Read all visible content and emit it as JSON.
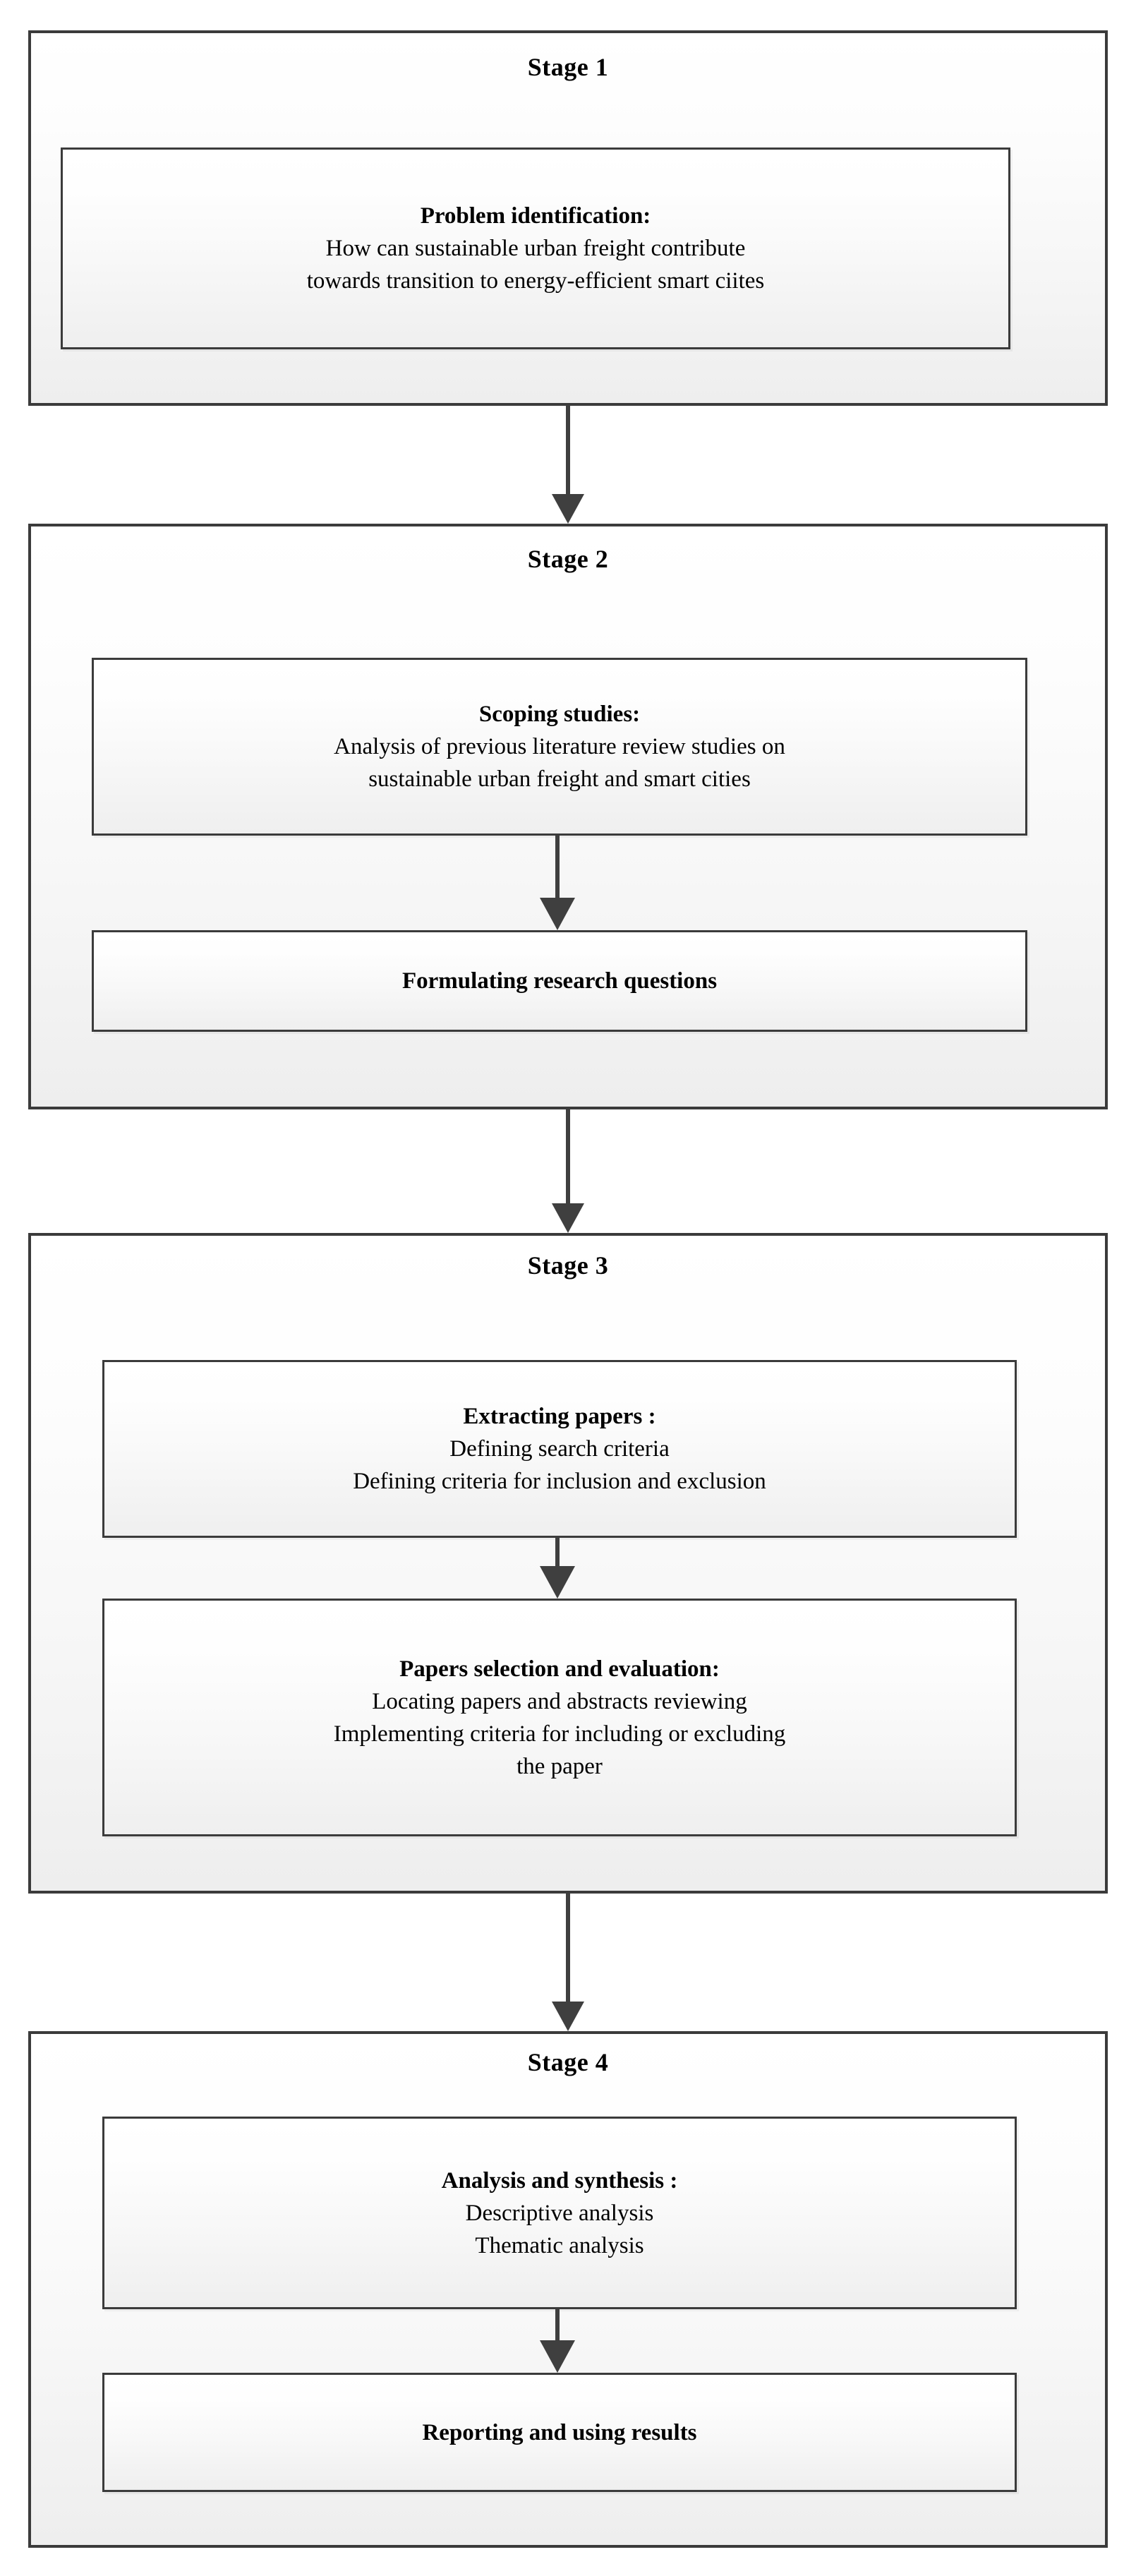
{
  "diagram": {
    "title": "Research methodology stages flowchart",
    "accent_border_color": "#3b3b3b",
    "arrow_color": "#3f3f3f",
    "stages": [
      {
        "id": "stage-1",
        "title": "Stage 1",
        "boxes": [
          {
            "id": "problem-identification",
            "lines": [
              {
                "text": "Problem identification:",
                "bold": true
              },
              {
                "text": "How can sustainable urban freight contribute",
                "bold": false
              },
              {
                "text": "towards transition to energy-efficient smart ciites",
                "bold": false
              }
            ]
          }
        ]
      },
      {
        "id": "stage-2",
        "title": "Stage 2",
        "boxes": [
          {
            "id": "scoping-studies",
            "lines": [
              {
                "text": "Scoping studies:",
                "bold": true
              },
              {
                "text": "Analysis of previous literature review studies on",
                "bold": false
              },
              {
                "text": "sustainable urban freight and smart cities",
                "bold": false
              }
            ]
          },
          {
            "id": "formulating-research-questions",
            "lines": [
              {
                "text": "Formulating research questions",
                "bold": true
              }
            ]
          }
        ]
      },
      {
        "id": "stage-3",
        "title": "Stage 3",
        "boxes": [
          {
            "id": "extracting-papers",
            "lines": [
              {
                "text": "Extracting papers :",
                "bold": true
              },
              {
                "text": "Defining search criteria",
                "bold": false
              },
              {
                "text": "Defining criteria for inclusion and exclusion",
                "bold": false
              }
            ]
          },
          {
            "id": "papers-selection-and-evaluation",
            "lines": [
              {
                "text": "Papers selection and evaluation:",
                "bold": true
              },
              {
                "text": "Locating papers and abstracts reviewing",
                "bold": false
              },
              {
                "text": "Implementing criteria for including or excluding",
                "bold": false
              },
              {
                "text": "the paper",
                "bold": false
              }
            ]
          }
        ]
      },
      {
        "id": "stage-4",
        "title": "Stage 4",
        "boxes": [
          {
            "id": "analysis-and-synthesis",
            "lines": [
              {
                "text": "Analysis and synthesis :",
                "bold": true
              },
              {
                "text": "Descriptive analysis",
                "bold": false
              },
              {
                "text": "Thematic analysis",
                "bold": false
              }
            ]
          },
          {
            "id": "reporting-and-using-results",
            "lines": [
              {
                "text": "Reporting and using results",
                "bold": true
              }
            ]
          }
        ]
      }
    ],
    "connectors": [
      {
        "id": "arrow-stage1-stage2",
        "from": "stage-1",
        "to": "stage-2",
        "direction": "down"
      },
      {
        "id": "arrow-scoping-formulating",
        "from": "scoping-studies",
        "to": "formulating-research-questions",
        "direction": "down"
      },
      {
        "id": "arrow-stage2-stage3",
        "from": "stage-2",
        "to": "stage-3",
        "direction": "down"
      },
      {
        "id": "arrow-extracting-selection",
        "from": "extracting-papers",
        "to": "papers-selection-and-evaluation",
        "direction": "down"
      },
      {
        "id": "arrow-stage3-stage4",
        "from": "stage-3",
        "to": "stage-4",
        "direction": "down"
      },
      {
        "id": "arrow-analysis-reporting",
        "from": "analysis-and-synthesis",
        "to": "reporting-and-using-results",
        "direction": "down"
      }
    ]
  }
}
